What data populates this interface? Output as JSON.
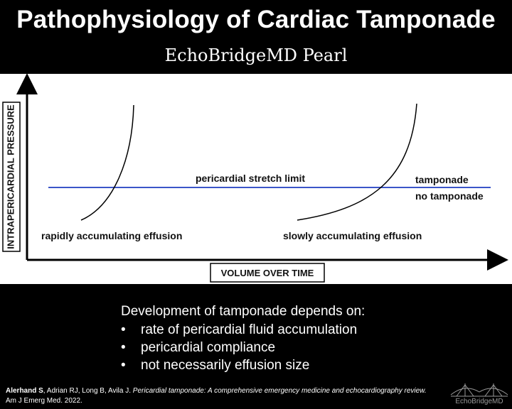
{
  "header": {
    "title": "Pathophysiology of Cardiac Tamponade",
    "subtitle": "EchoBridgeMD Pearl"
  },
  "diagram": {
    "y_axis_label": "INTRAPERICARDIAL PRESSURE",
    "x_axis_label": "VOLUME OVER TIME",
    "limit_label": "pericardial stretch limit",
    "above_label": "tamponade",
    "below_label": "no tamponade",
    "curve_rapid_label": "rapidly accumulating effusion",
    "curve_slow_label": "slowly accumulating effusion",
    "limit_line_color": "#3b55c9"
  },
  "development": {
    "heading": "Development of tamponade depends on:",
    "bullet_glyph": "•",
    "items": [
      "rate of pericardial fluid accumulation",
      "pericardial compliance",
      "not necessarily effusion size"
    ]
  },
  "citation": {
    "authors_bold": "Alerhand S",
    "authors_rest": ", Adrian RJ, Long B, Avila J. ",
    "title_italic": "Pericardial tamponade: A comprehensive emergency medicine and echocardiography review.",
    "journal": " Am J Emerg Med. 2022."
  },
  "logo": {
    "text": "EchoBridgeMD",
    "icon": "bridge-icon"
  }
}
